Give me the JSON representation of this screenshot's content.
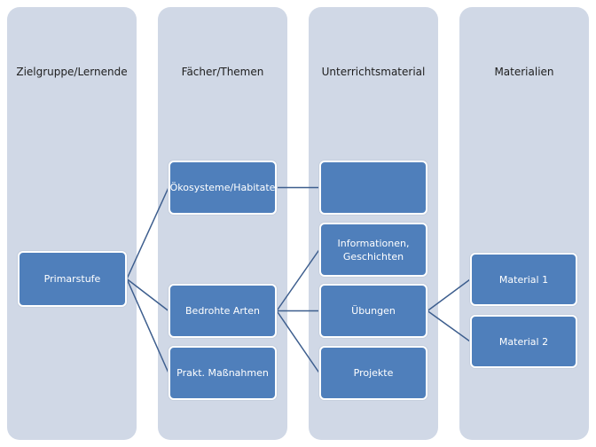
{
  "columns": [
    {
      "title": "Zielgruppe/Lernende"
    },
    {
      "title": "Fächer/Themen"
    },
    {
      "title": "Unterrichtsmaterial"
    },
    {
      "title": "Materialien"
    }
  ],
  "nodes": {
    "primarstufe": "Primarstufe",
    "oekosysteme": "Ökosysteme/Habitate",
    "bedrohte_arten": "Bedrohte Arten",
    "prakt_massnahmen": "Prakt. Maßnahmen",
    "unterricht_empty": "",
    "informationen": "Informationen, Geschichten",
    "uebungen": "Übungen",
    "projekte": "Projekte",
    "material1": "Material 1",
    "material2": "Material 2"
  },
  "links": [
    [
      "primarstufe",
      "oekosysteme"
    ],
    [
      "primarstufe",
      "bedrohte_arten"
    ],
    [
      "primarstufe",
      "prakt_massnahmen"
    ],
    [
      "oekosysteme",
      "unterricht_empty"
    ],
    [
      "bedrohte_arten",
      "informationen"
    ],
    [
      "bedrohte_arten",
      "uebungen"
    ],
    [
      "bedrohte_arten",
      "projekte"
    ],
    [
      "uebungen",
      "material1"
    ],
    [
      "uebungen",
      "material2"
    ]
  ]
}
